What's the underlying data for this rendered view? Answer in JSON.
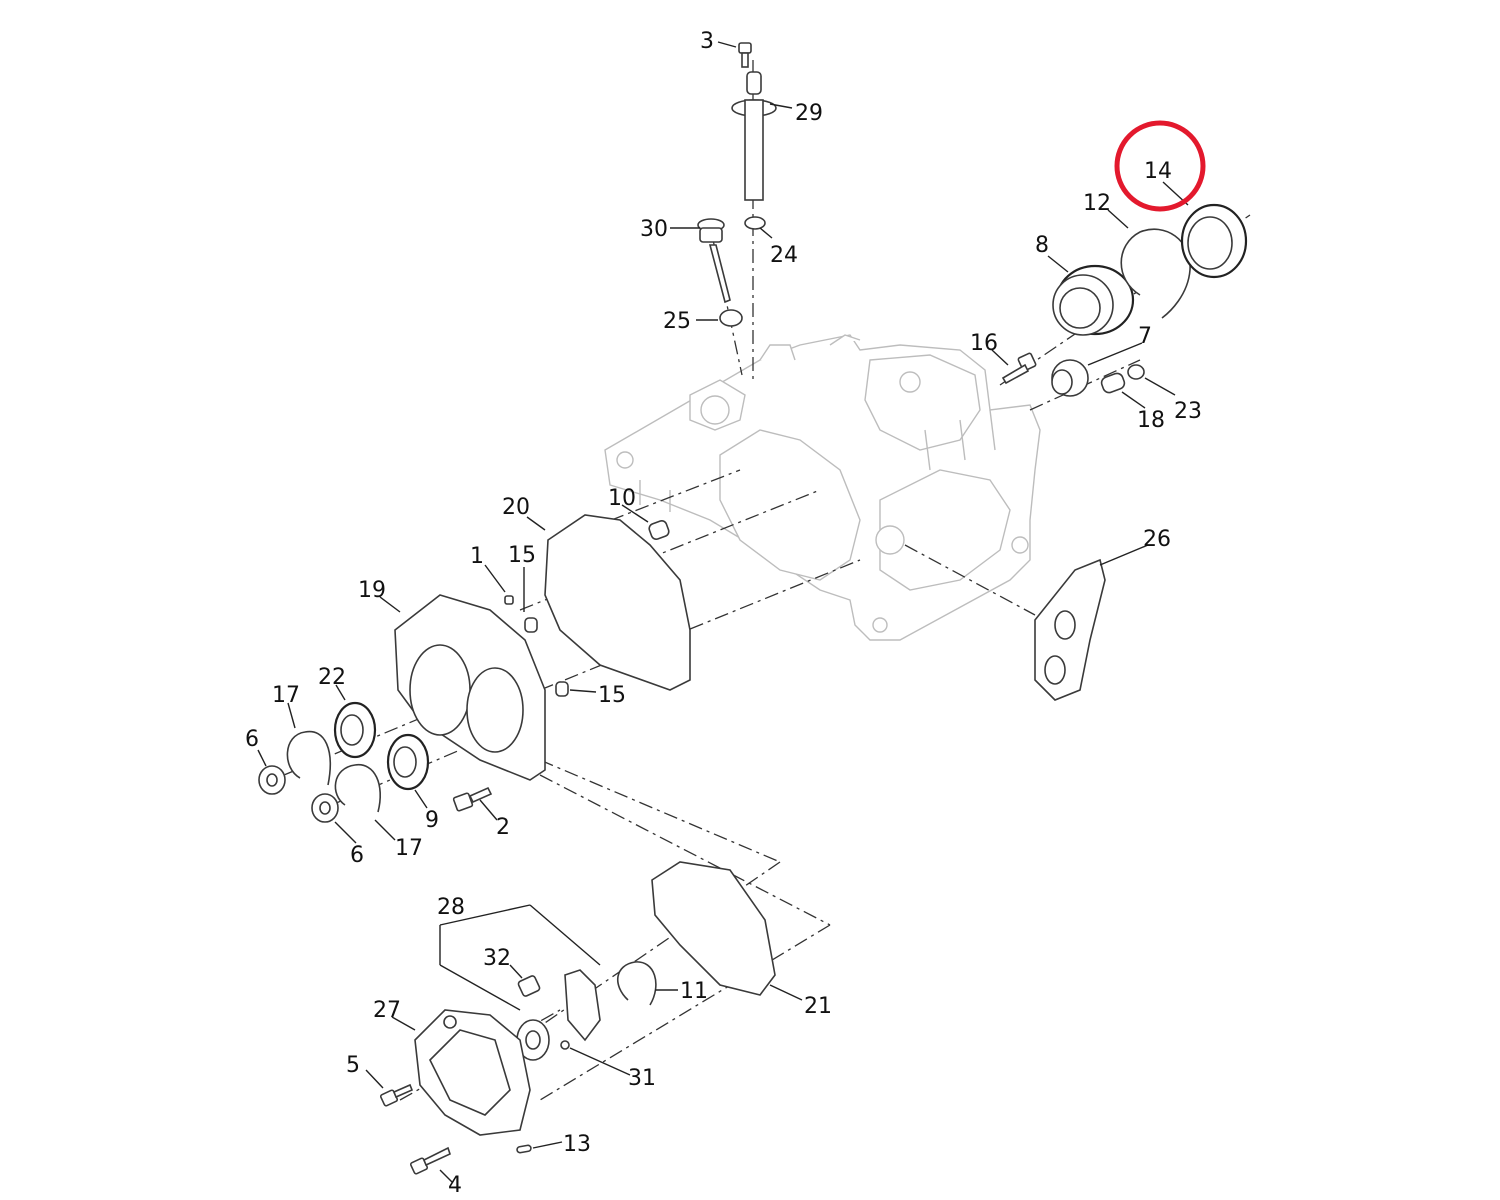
{
  "highlight": {
    "part": "14",
    "color": "#e3192d"
  },
  "callouts": [
    {
      "id": "c1",
      "text": "1"
    },
    {
      "id": "c2",
      "text": "2"
    },
    {
      "id": "c3",
      "text": "3"
    },
    {
      "id": "c4",
      "text": "4"
    },
    {
      "id": "c5",
      "text": "5"
    },
    {
      "id": "c6a",
      "text": "6"
    },
    {
      "id": "c6b",
      "text": "6"
    },
    {
      "id": "c7",
      "text": "7"
    },
    {
      "id": "c8",
      "text": "8"
    },
    {
      "id": "c9",
      "text": "9"
    },
    {
      "id": "c10",
      "text": "10"
    },
    {
      "id": "c11",
      "text": "11"
    },
    {
      "id": "c12",
      "text": "12"
    },
    {
      "id": "c13",
      "text": "13"
    },
    {
      "id": "c14",
      "text": "14"
    },
    {
      "id": "c15a",
      "text": "15"
    },
    {
      "id": "c15b",
      "text": "15"
    },
    {
      "id": "c16",
      "text": "16"
    },
    {
      "id": "c17a",
      "text": "17"
    },
    {
      "id": "c17b",
      "text": "17"
    },
    {
      "id": "c18",
      "text": "18"
    },
    {
      "id": "c19",
      "text": "19"
    },
    {
      "id": "c20",
      "text": "20"
    },
    {
      "id": "c21",
      "text": "21"
    },
    {
      "id": "c22",
      "text": "22"
    },
    {
      "id": "c23",
      "text": "23"
    },
    {
      "id": "c24",
      "text": "24"
    },
    {
      "id": "c25",
      "text": "25"
    },
    {
      "id": "c26",
      "text": "26"
    },
    {
      "id": "c27",
      "text": "27"
    },
    {
      "id": "c28",
      "text": "28"
    },
    {
      "id": "c29",
      "text": "29"
    },
    {
      "id": "c30",
      "text": "30"
    },
    {
      "id": "c31",
      "text": "31"
    },
    {
      "id": "c32",
      "text": "32"
    }
  ]
}
